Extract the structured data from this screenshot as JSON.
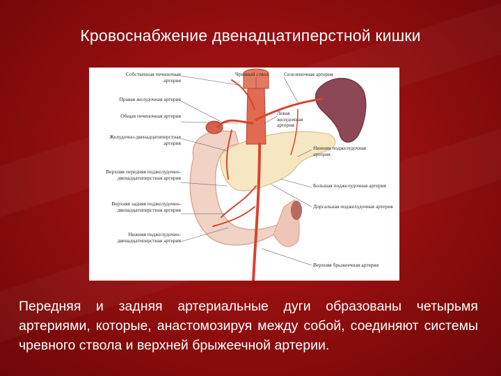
{
  "slide": {
    "title": "Кровоснабжение двенадцатиперстной кишки",
    "description": "Передняя и задняя артериальные дуги образованы четырьмя артериями, которые, анастомозируя между собой, соединяют системы чревного ствола и верхней брыжеечной артерии."
  },
  "figure": {
    "labels_left": [
      "Собственная печеночная артерия",
      "Правая желудочная артерия",
      "Общая печеночная артерия",
      "Желудочно-двенадцатиперстная артерия",
      "Верхняя передняя поджелудочно-двенадцатиперстная артерия",
      "Верхняя задняя поджелудочно-двенадцатиперстная артерия",
      "Нижняя поджелудочно-двенадцатиперстная артерия"
    ],
    "labels_right": [
      "Чревный ствол",
      "Селезеночная артерия",
      "Левая желудочная артерия",
      "Нижняя поджелудочная артерия",
      "Большая поджелудочная артерия",
      "Дорсальная поджелудочная артерия",
      "Верхняя брыжеечная артерия"
    ]
  },
  "colors": {
    "background": "#8e0f0f",
    "artery": "#e0503c",
    "duodenum": "#f1d3c6",
    "pancreas": "#f6e7c2",
    "spleen": "#8c4856"
  }
}
